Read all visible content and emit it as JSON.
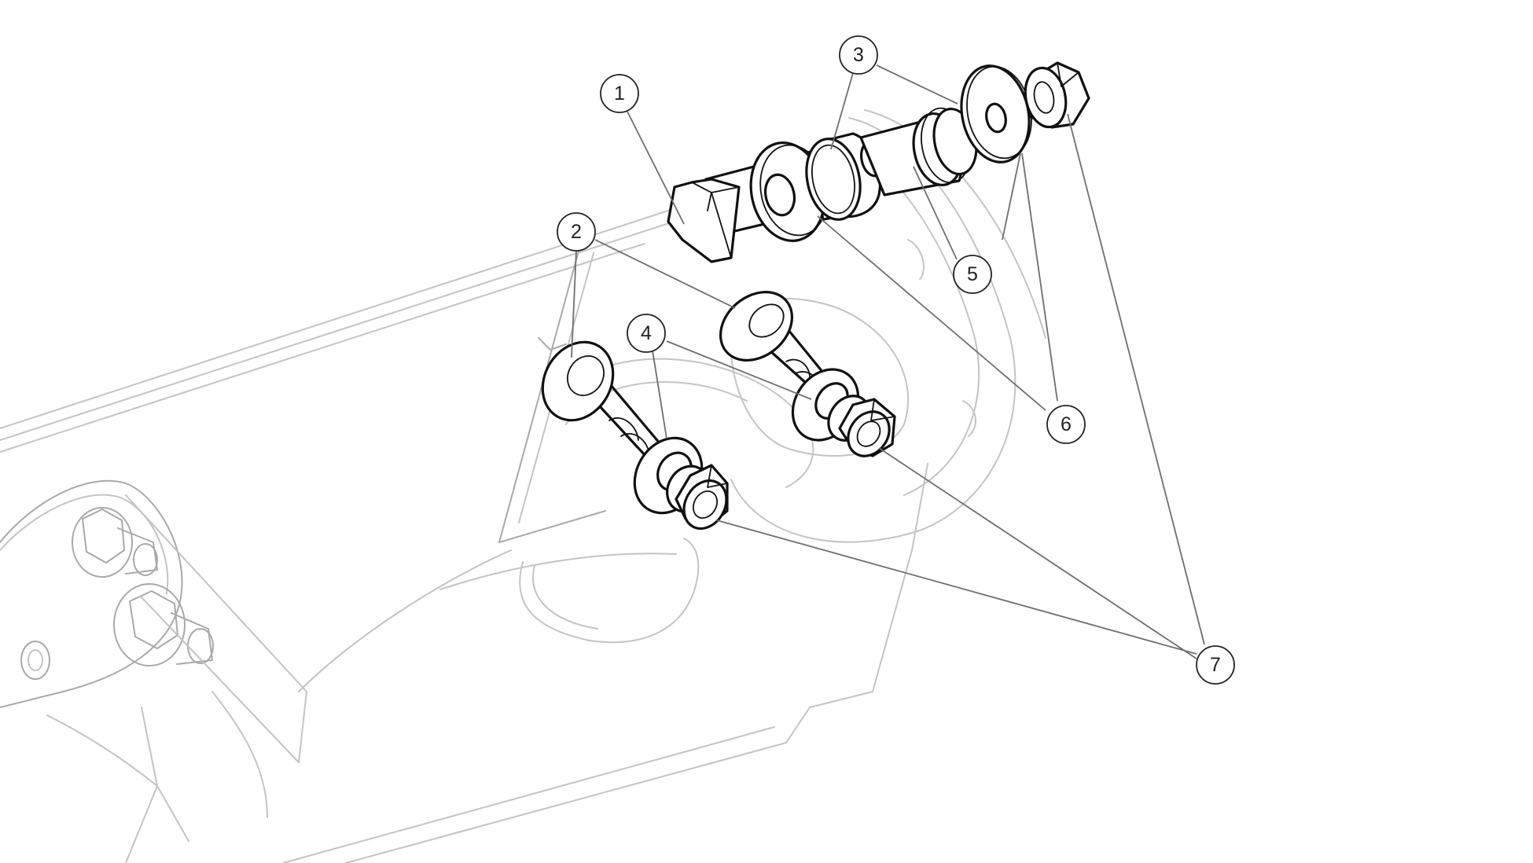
{
  "callouts": [
    {
      "id": "1",
      "label": "1"
    },
    {
      "id": "2",
      "label": "2"
    },
    {
      "id": "3",
      "label": "3"
    },
    {
      "id": "4",
      "label": "4"
    },
    {
      "id": "5",
      "label": "5"
    },
    {
      "id": "6",
      "label": "6"
    },
    {
      "id": "7",
      "label": "7"
    }
  ],
  "colors": {
    "part_line": "#111111",
    "background_line": "#c4c4c4",
    "leader_line": "#6e6e6e"
  }
}
